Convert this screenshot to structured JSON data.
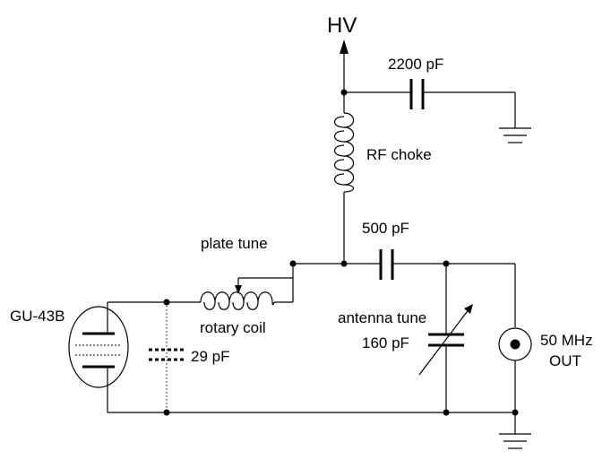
{
  "labels": {
    "hv": "HV",
    "cap_bypass": "2200 pF",
    "rf_choke": "RF choke",
    "cap_coupling": "500 pF",
    "plate_tune": "plate tune",
    "rotary_coil": "rotary coil",
    "tube": "GU-43B",
    "stray_cap": "29 pF",
    "antenna_tune": "antenna tune",
    "cap_antenna_tune": "160 pF",
    "output_freq": "50 MHz",
    "output": "OUT"
  }
}
